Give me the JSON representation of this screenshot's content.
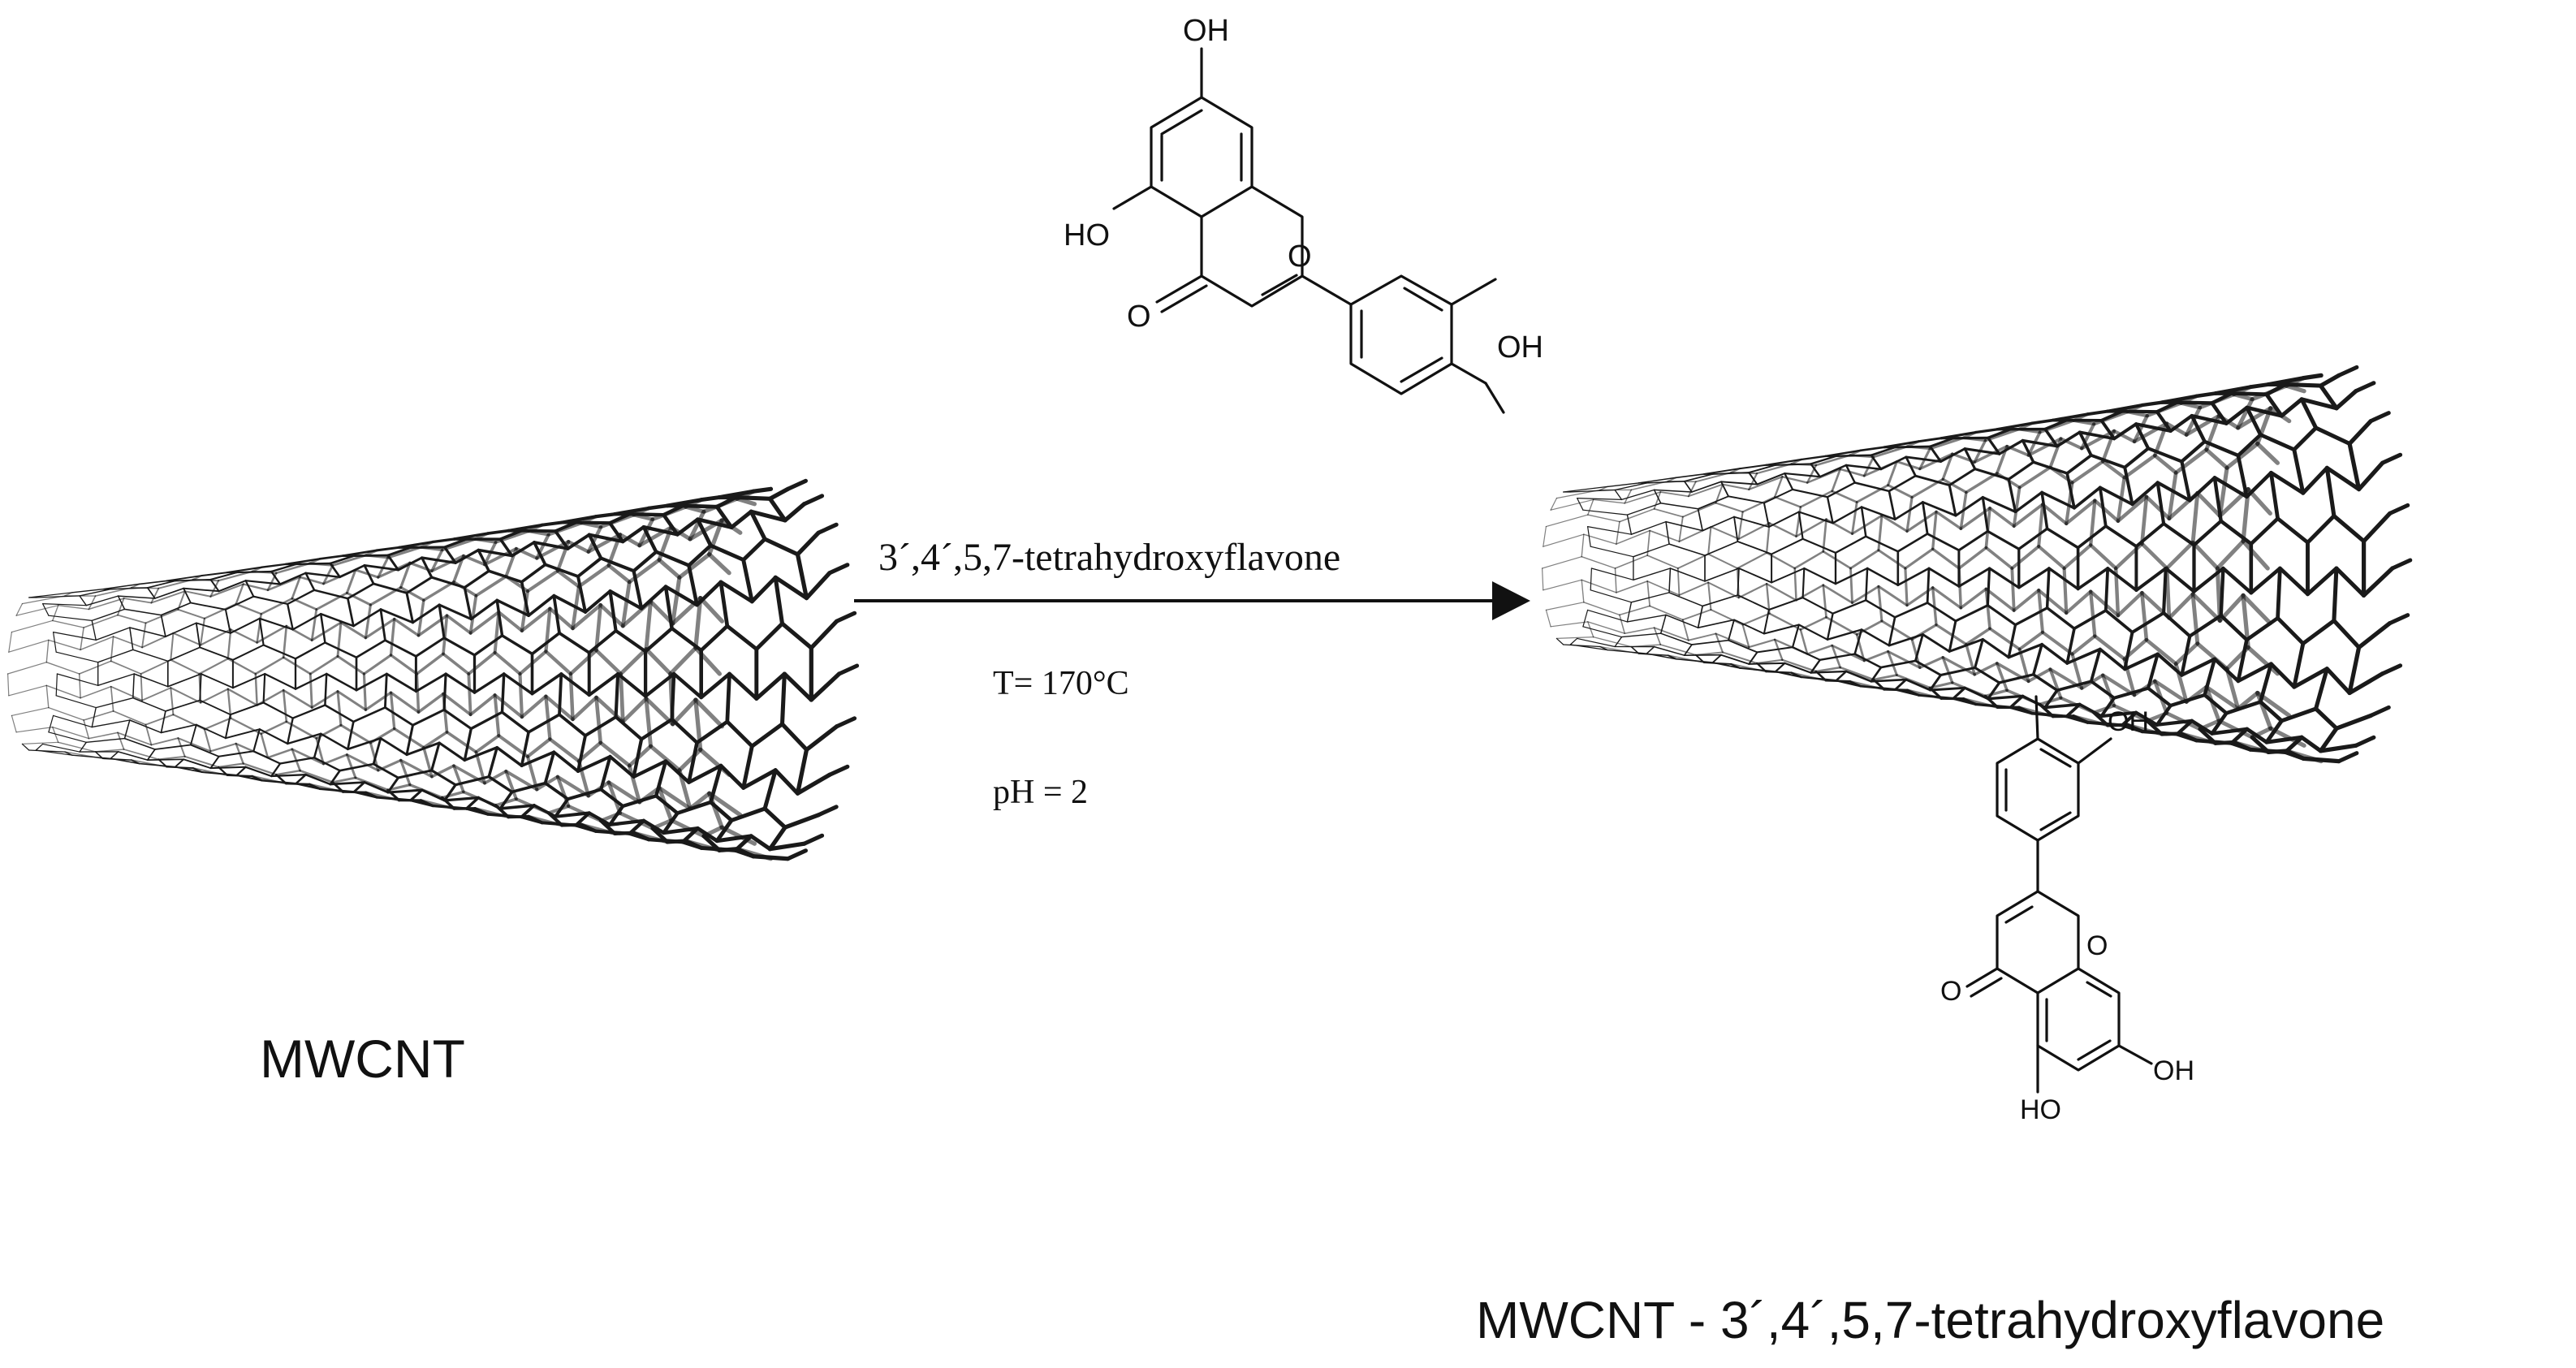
{
  "reaction": {
    "reagent": "3´,4´,5,7-tetrahydroxyflavone",
    "temperature": "T= 170°C",
    "ph": "pH = 2"
  },
  "reactant": {
    "label": "MWCNT"
  },
  "product": {
    "label": "MWCNT - 3´,4´,5,7-tetrahydroxyflavone"
  },
  "atoms": {
    "oh": "OH",
    "ho": "HO",
    "o": "O"
  },
  "icons": {
    "reactant_tube": "carbon-nanotube-icon",
    "product_tube": "carbon-nanotube-icon",
    "arrow": "reaction-arrow-icon"
  }
}
